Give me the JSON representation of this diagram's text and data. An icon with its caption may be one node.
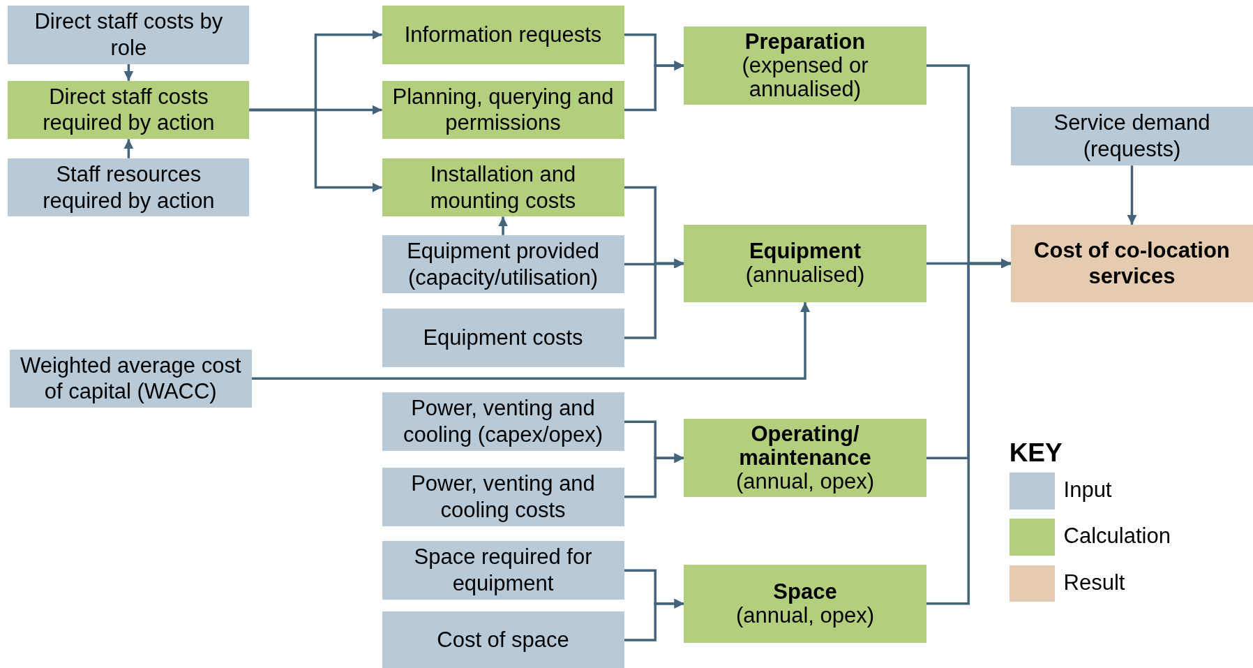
{
  "diagram": {
    "nodes": [
      {
        "text": [
          "Direct staff costs by role"
        ]
      },
      {
        "text": [
          "Direct staff costs required by action"
        ]
      },
      {
        "text": [
          "Staff resources required by action"
        ]
      },
      {
        "text": [
          "Information requests"
        ]
      },
      {
        "text": [
          "Planning, querying and permissions"
        ]
      },
      {
        "text": [
          "Installation and mounting costs"
        ]
      },
      {
        "text": [
          "Equipment provided (capacity/utilisation)"
        ]
      },
      {
        "text": [
          "Equipment costs"
        ]
      },
      {
        "text": [
          "Weighted average cost of capital (WACC)"
        ]
      },
      {
        "text": [
          "Preparation",
          "(expensed or annualised)"
        ]
      },
      {
        "text": [
          "Equipment",
          "(annualised)"
        ]
      },
      {
        "text": [
          "Operating/ maintenance",
          "(annual, opex)"
        ]
      },
      {
        "text": [
          "Space",
          "(annual, opex)"
        ]
      },
      {
        "text": [
          "Service demand (requests)"
        ]
      },
      {
        "text": [
          "Cost of co-location services"
        ]
      },
      {
        "text": [
          "Power, venting and cooling (capex/opex)"
        ]
      },
      {
        "text": [
          "Power, venting and cooling costs"
        ]
      },
      {
        "text": [
          "Space required for equipment"
        ]
      },
      {
        "text": [
          "Cost of space"
        ]
      }
    ],
    "edges": [
      {
        "from": 0,
        "to": 1,
        "arrow": "to"
      },
      {
        "from": 2,
        "to": 1,
        "arrow": "to"
      },
      {
        "from": 1,
        "to": 3,
        "arrow": "to"
      },
      {
        "from": 1,
        "to": 4,
        "arrow": "to"
      },
      {
        "from": 1,
        "to": 5,
        "arrow": "to"
      },
      {
        "from": 3,
        "to": 9,
        "arrow": "to"
      },
      {
        "from": 4,
        "to": 9,
        "arrow": "to"
      },
      {
        "from": 6,
        "to": 5,
        "arrow": "to"
      },
      {
        "from": 5,
        "to": 10,
        "arrow": "to"
      },
      {
        "from": 6,
        "to": 10,
        "arrow": "to"
      },
      {
        "from": 7,
        "to": 10,
        "arrow": "to"
      },
      {
        "from": 8,
        "to": 10,
        "arrow": "to"
      },
      {
        "from": 15,
        "to": 11,
        "arrow": "to"
      },
      {
        "from": 16,
        "to": 11,
        "arrow": "to"
      },
      {
        "from": 17,
        "to": 12,
        "arrow": "to"
      },
      {
        "from": 18,
        "to": 12,
        "arrow": "to"
      },
      {
        "from": 9,
        "to": 14,
        "arrow": "to"
      },
      {
        "from": 10,
        "to": 14,
        "arrow": "to"
      },
      {
        "from": 11,
        "to": 14,
        "arrow": "to"
      },
      {
        "from": 12,
        "to": 14,
        "arrow": "to"
      },
      {
        "from": 13,
        "to": 14,
        "arrow": "to"
      }
    ],
    "labels": [
      "KEY"
    ],
    "legend": [
      {
        "text": "Input",
        "color": "#b8cad8"
      },
      {
        "text": "Calculation",
        "color": "#b3cf7e"
      },
      {
        "text": "Result",
        "color": "#e5cbb0"
      }
    ]
  }
}
